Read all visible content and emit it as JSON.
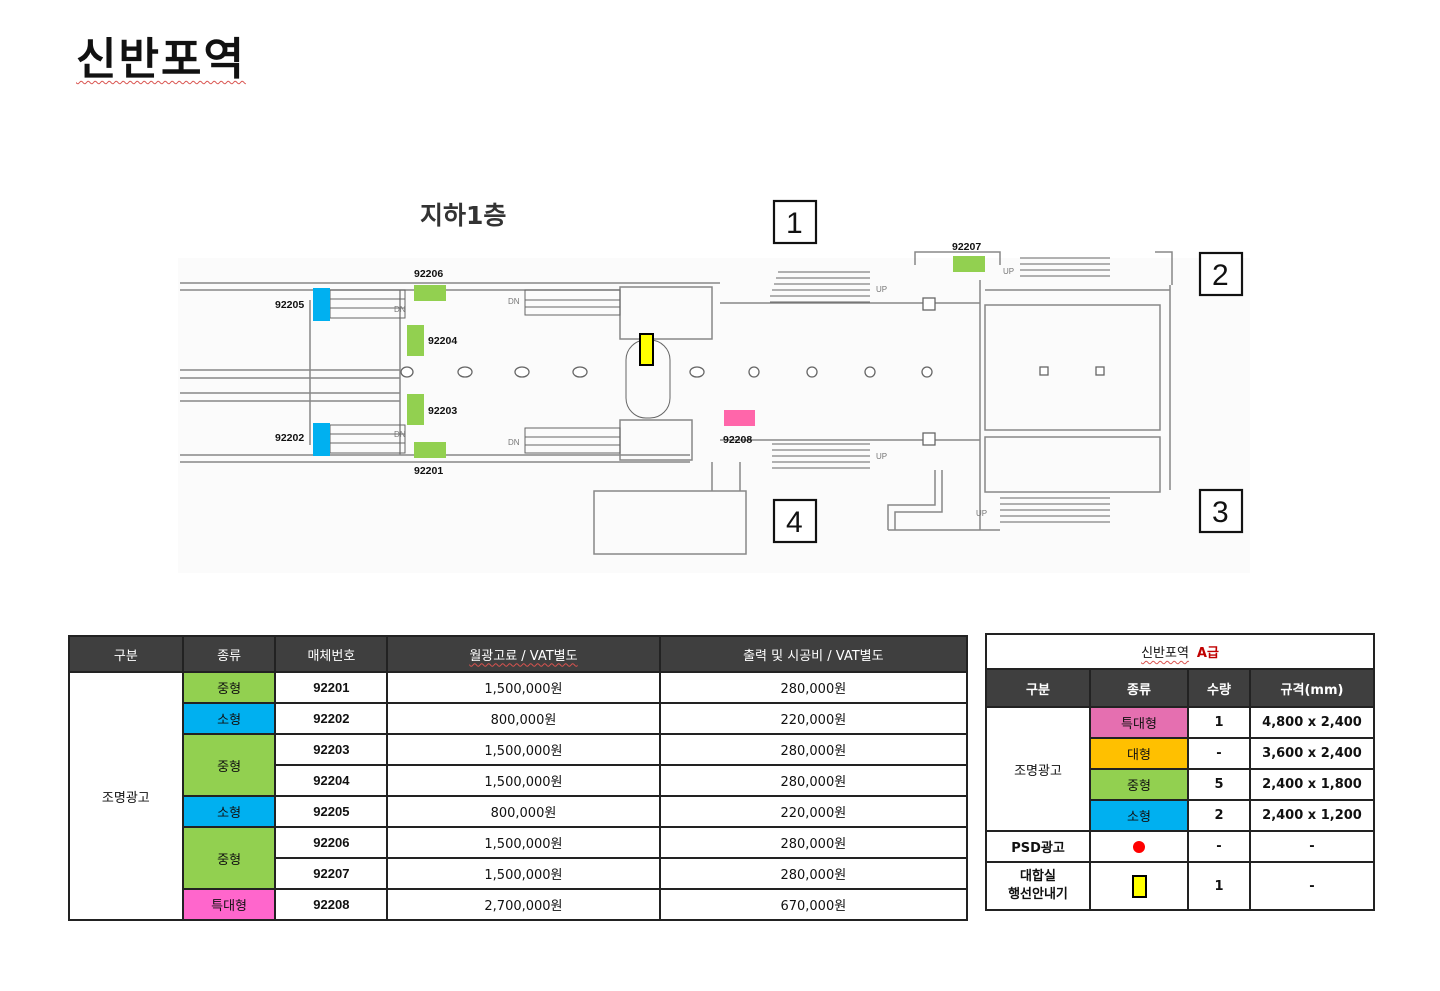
{
  "page_title": "신반포역",
  "floor_title": "지하1층",
  "exits": [
    "1",
    "2",
    "3",
    "4"
  ],
  "map_labels": {
    "m92201": "92201",
    "m92202": "92202",
    "m92203": "92203",
    "m92204": "92204",
    "m92205": "92205",
    "m92206": "92206",
    "m92207": "92207",
    "m92208": "92208"
  },
  "map_texts": {
    "dn": "DN",
    "up": "UP"
  },
  "colors": {
    "medium": "#92d050",
    "small": "#00b0f0",
    "extra_large": "#ff66cc",
    "large": "#ffc000",
    "psd": "#ff0000",
    "guide": "#ffff00"
  },
  "main_table": {
    "headers": [
      "구분",
      "종류",
      "매체번호",
      "월광고료 / VAT별도",
      "출력 및 시공비 / VAT별도"
    ],
    "category": "조명광고",
    "types": {
      "medium": "중형",
      "small": "소형",
      "extra_large": "특대형"
    },
    "rows": [
      {
        "id": "92201",
        "price": "1,500,000원",
        "cost": "280,000원"
      },
      {
        "id": "92202",
        "price": "800,000원",
        "cost": "220,000원"
      },
      {
        "id": "92203",
        "price": "1,500,000원",
        "cost": "280,000원"
      },
      {
        "id": "92204",
        "price": "1,500,000원",
        "cost": "280,000원"
      },
      {
        "id": "92205",
        "price": "800,000원",
        "cost": "220,000원"
      },
      {
        "id": "92206",
        "price": "1,500,000원",
        "cost": "280,000원"
      },
      {
        "id": "92207",
        "price": "1,500,000원",
        "cost": "280,000원"
      },
      {
        "id": "92208",
        "price": "2,700,000원",
        "cost": "670,000원"
      }
    ]
  },
  "grade_table": {
    "station": "신반포역",
    "grade": "A급",
    "headers": [
      "구분",
      "종류",
      "수량",
      "규격(mm)"
    ],
    "category": "조명광고",
    "rows": [
      {
        "type": "특대형",
        "qty": "1",
        "size": "4,800 x 2,400"
      },
      {
        "type": "대형",
        "qty": "-",
        "size": "3,600 x 2,400"
      },
      {
        "type": "중형",
        "qty": "5",
        "size": "2,400 x 1,800"
      },
      {
        "type": "소형",
        "qty": "2",
        "size": "2,400 x 1,200"
      }
    ],
    "psd": {
      "label": "PSD광고",
      "qty": "-",
      "size": "-"
    },
    "guide": {
      "label_line1": "대합실",
      "label_line2": "행선안내기",
      "qty": "1",
      "size": "-"
    }
  }
}
